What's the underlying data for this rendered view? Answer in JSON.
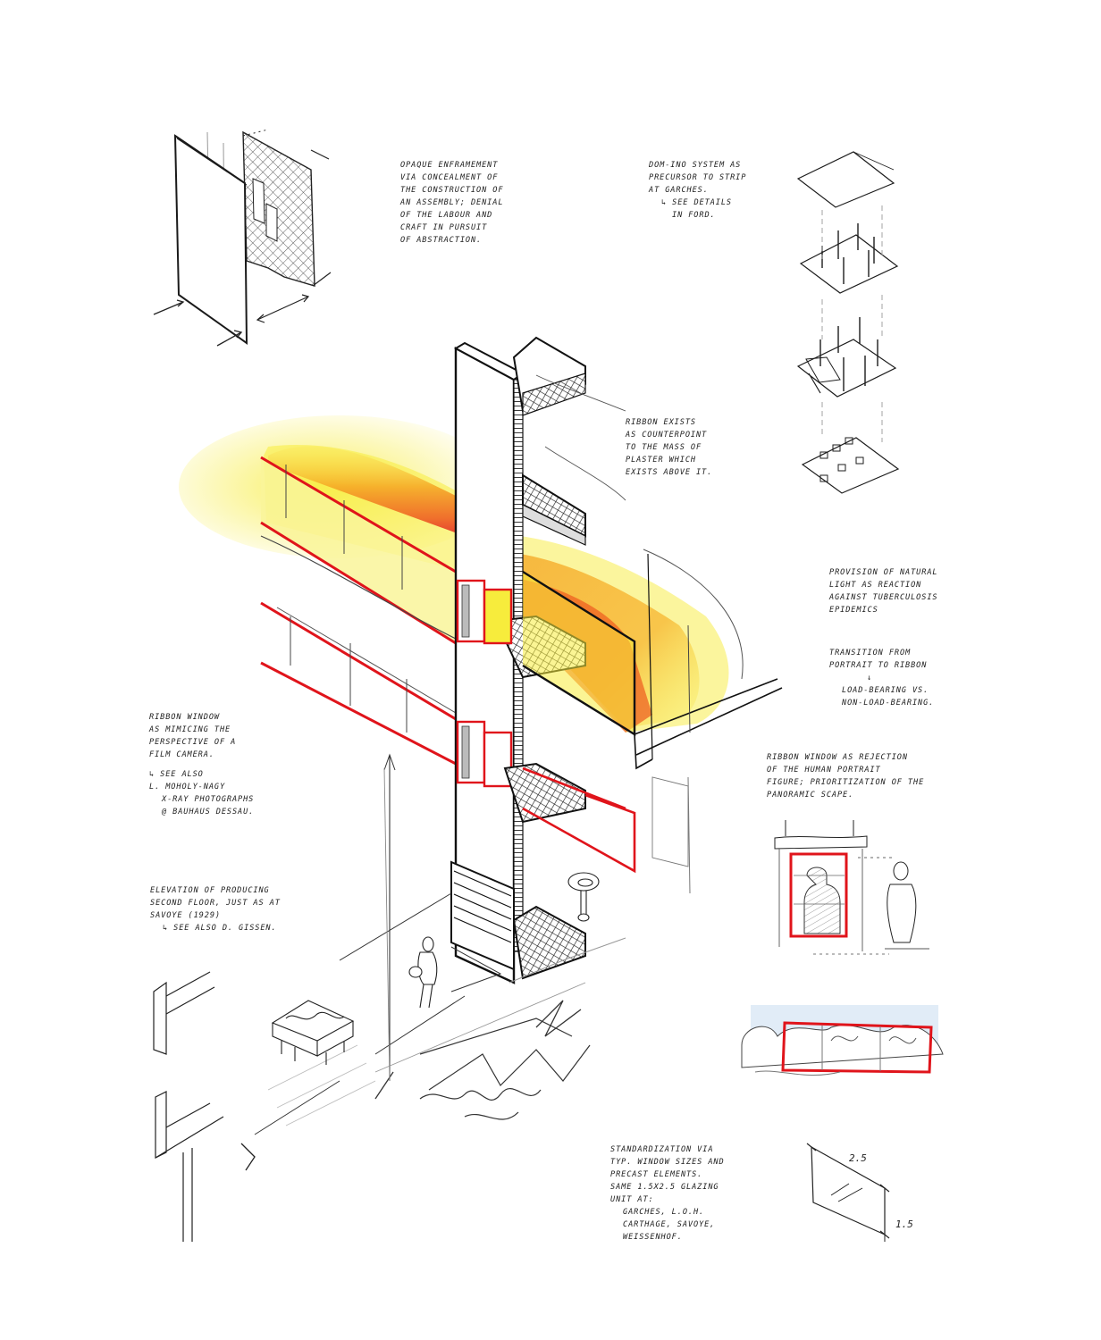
{
  "sheet": {
    "accent_colors": {
      "ink": "#1a1a1a",
      "pencil": "#8a8a8a",
      "red": "#e0141b",
      "yellow": "#f7ec3c",
      "orange": "#f5a623",
      "deep_orange": "#ee5a1e",
      "sky_blue": "#a8c8e8"
    }
  },
  "annotations": {
    "opaque_enframement": {
      "lines": [
        "Opaque enframement",
        "via concealment of",
        "the construction of",
        "an assembly; denial",
        "of the labour and",
        "craft in pursuit",
        "of abstraction."
      ]
    },
    "dom_ino": {
      "lines": [
        "Dom-ino system as",
        "precursor to strip",
        "at Garches."
      ],
      "see_also": [
        "see details",
        "in Ford."
      ]
    },
    "ribbon_exists": {
      "lines": [
        "Ribbon exists",
        "as counterpoint",
        "to the mass of",
        "plaster which",
        "exists above it."
      ]
    },
    "natural_light": {
      "lines": [
        "Provision of natural",
        "light as reaction",
        "against tuberculosis",
        "epidemics"
      ]
    },
    "transition": {
      "lines": [
        "Transition from",
        "portrait to ribbon"
      ],
      "result": [
        "Load-bearing vs.",
        "non-load-bearing."
      ]
    },
    "film_camera": {
      "lines": [
        "Ribbon window",
        "as mimicing the",
        "perspective of a",
        "film camera."
      ],
      "see_also": [
        "see also",
        "L. Moholy-Nagy",
        "X-ray photographs",
        "@ Bauhaus Dessau."
      ]
    },
    "human_portrait": {
      "lines": [
        "Ribbon window as rejection",
        "of the human portrait",
        "figure; prioritization of the",
        "panoramic scape."
      ]
    },
    "elevation": {
      "lines": [
        "Elevation of producing",
        "second floor, just as at",
        "Savoye (1929)"
      ],
      "see_also": [
        "see also D. Gissen."
      ]
    },
    "standardization": {
      "lines": [
        "Standardization via",
        "typ. window sizes and",
        "precast elements.",
        "Same 1.5x2.5 glazing",
        "unit at:"
      ],
      "sites": [
        "Garches, L.O.H.",
        "Carthage, Savoye,",
        "Weissenhof."
      ]
    }
  },
  "glazing_unit": {
    "width_label": "2.5",
    "height_label": "1.5"
  },
  "dom_ino_stack": {
    "levels": 4
  }
}
